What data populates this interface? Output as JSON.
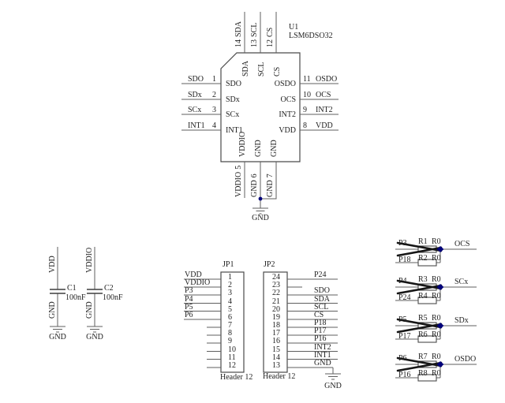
{
  "schematic": {
    "ic": {
      "refdes": "U1",
      "part": "LSM6DSO32",
      "gnd": "GND",
      "top_pins": [
        {
          "num": "14",
          "name": "SDA",
          "net": "SDA"
        },
        {
          "num": "13",
          "name": "SCL",
          "net": "SCL"
        },
        {
          "num": "12",
          "name": "CS",
          "net": "CS"
        }
      ],
      "left_pins": [
        {
          "num": "1",
          "name": "SDO",
          "net": "SDO"
        },
        {
          "num": "2",
          "name": "SDx",
          "net": "SDx"
        },
        {
          "num": "3",
          "name": "SCx",
          "net": "SCx"
        },
        {
          "num": "4",
          "name": "INT1",
          "net": "INT1"
        }
      ],
      "right_pins": [
        {
          "num": "11",
          "name": "OSDO",
          "net": "OSDO"
        },
        {
          "num": "10",
          "name": "OCS",
          "net": "OCS"
        },
        {
          "num": "9",
          "name": "INT2",
          "net": "INT2"
        },
        {
          "num": "8",
          "name": "VDD",
          "net": "VDD"
        }
      ],
      "bottom_pins": [
        {
          "num": "5",
          "name": "VDDIO",
          "net": "VDDIO"
        },
        {
          "num": "6",
          "name": "GND",
          "net": "GND"
        },
        {
          "num": "7",
          "name": "GND",
          "net": "GND"
        }
      ]
    },
    "capacitors": [
      {
        "refdes": "C1",
        "value": "100nF",
        "top_net": "VDD",
        "bottom_net": "GND",
        "gnd": "GND"
      },
      {
        "refdes": "C2",
        "value": "100nF",
        "top_net": "VDDIO",
        "bottom_net": "GND",
        "gnd": "GND"
      }
    ],
    "headers": [
      {
        "refdes": "JP1",
        "footer": "Header 12",
        "pins": [
          {
            "num": "1",
            "net": "VDD"
          },
          {
            "num": "2",
            "net": "VDDIO"
          },
          {
            "num": "3",
            "net": "P3"
          },
          {
            "num": "4",
            "net": "P4"
          },
          {
            "num": "5",
            "net": "P5"
          },
          {
            "num": "6",
            "net": "P6"
          },
          {
            "num": "7"
          },
          {
            "num": "8"
          },
          {
            "num": "9"
          },
          {
            "num": "10"
          },
          {
            "num": "11"
          },
          {
            "num": "12"
          }
        ]
      },
      {
        "refdes": "JP2",
        "footer": "Header 12",
        "gnd": "GND",
        "pins": [
          {
            "num": "24",
            "net": "P24"
          },
          {
            "num": "23"
          },
          {
            "num": "22",
            "net": "SDO"
          },
          {
            "num": "21",
            "net": "SDA"
          },
          {
            "num": "20",
            "net": "SCL"
          },
          {
            "num": "19",
            "net": "CS"
          },
          {
            "num": "18",
            "net": "P18"
          },
          {
            "num": "17",
            "net": "P17"
          },
          {
            "num": "16",
            "net": "P16"
          },
          {
            "num": "15",
            "net": "INT2"
          },
          {
            "num": "14",
            "net": "INT1"
          },
          {
            "num": "13",
            "net": "GND"
          }
        ]
      }
    ],
    "resistor_groups": [
      {
        "in_top": "P3",
        "in_bottom": "P18",
        "r_top_ref": "R1",
        "r_top_val": "R0",
        "r_bot_ref": "R2",
        "r_bot_val": "R0",
        "out": "OCS"
      },
      {
        "in_top": "P4",
        "in_bottom": "P24",
        "r_top_ref": "R3",
        "r_top_val": "R0",
        "r_bot_ref": "R4",
        "r_bot_val": "R0",
        "out": "SCx"
      },
      {
        "in_top": "P5",
        "in_bottom": "P17",
        "r_top_ref": "R5",
        "r_top_val": "R0",
        "r_bot_ref": "R6",
        "r_bot_val": "R0",
        "out": "SDx"
      },
      {
        "in_top": "P6",
        "in_bottom": "P16",
        "r_top_ref": "R7",
        "r_top_val": "R0",
        "r_bot_ref": "R8",
        "r_bot_val": "R0",
        "out": "OSDO"
      }
    ],
    "colors": {
      "wire": "#5f5f5f",
      "symbol": "#4a4a4a",
      "text": "#1e1e1e",
      "junction": "#00007a",
      "cross": "#161616",
      "background": "#ffffff"
    }
  }
}
